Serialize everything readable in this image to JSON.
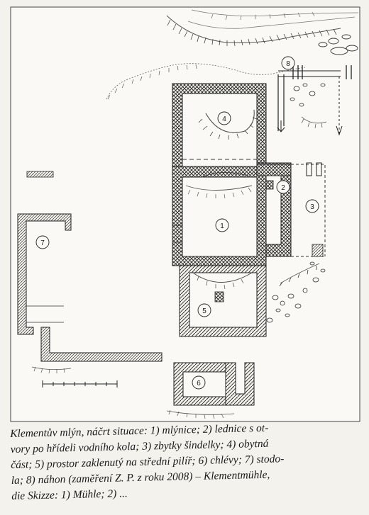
{
  "figure": {
    "labels": {
      "l1": "1",
      "l2": "2",
      "l3": "3",
      "l4": "4",
      "l5": "5",
      "l6": "6",
      "l7": "7",
      "l8": "8"
    }
  },
  "caption": {
    "line1": "Klementův mlýn, náčrt situace: 1) mlýnice; 2) lednice s ot-",
    "line2": "vory po hřídeli vodního kola; 3) zbytky šindelky; 4) obytná",
    "line3": "část; 5) prostor zaklenutý na střední pilíř; 6) chlévy; 7) stodo-",
    "line4": "la; 8) náhon (zaměření Z. P. z roku 2008) – Klementmühle,",
    "line5": "die Skizze: 1) Mühle; 2) ..."
  }
}
